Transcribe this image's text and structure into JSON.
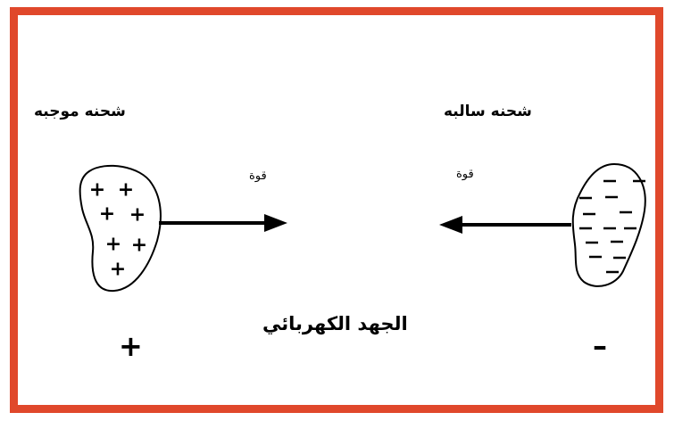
{
  "frame": {
    "border_color": "#e0482b"
  },
  "left_charge": {
    "label": "شحنه موجبه",
    "force_label": "قوة",
    "symbol": "+",
    "blob_sign": "+"
  },
  "right_charge": {
    "label": "شحنه سالبه",
    "force_label": "قوة",
    "symbol": "–",
    "blob_sign": "–"
  },
  "center_label": "الجهد الكهربائي"
}
